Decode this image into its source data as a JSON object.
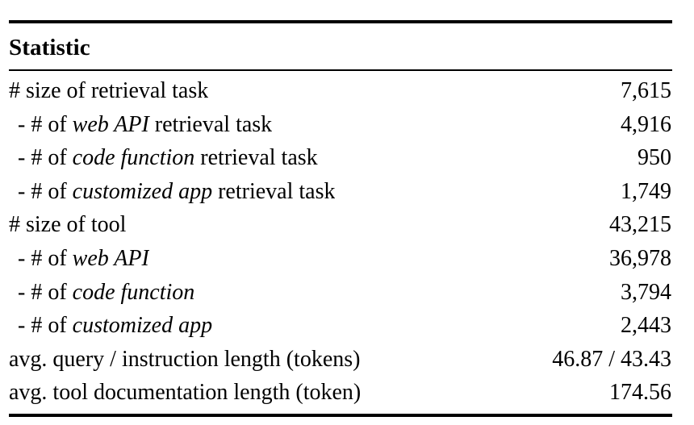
{
  "table": {
    "header": {
      "label": "Statistic"
    },
    "rows": [
      {
        "prefix": "# size of retrieval task",
        "emphasis": "",
        "suffix": "",
        "value": "7,615",
        "level": "top"
      },
      {
        "prefix": "- # of ",
        "emphasis": "web API",
        "suffix": " retrieval task",
        "value": "4,916",
        "level": "sub"
      },
      {
        "prefix": "- # of ",
        "emphasis": "code function",
        "suffix": " retrieval task",
        "value": "950",
        "level": "sub"
      },
      {
        "prefix": "- # of ",
        "emphasis": "customized app",
        "suffix": " retrieval task",
        "value": "1,749",
        "level": "sub"
      },
      {
        "prefix": "# size of tool",
        "emphasis": "",
        "suffix": "",
        "value": "43,215",
        "level": "top"
      },
      {
        "prefix": "- # of ",
        "emphasis": "web API",
        "suffix": "",
        "value": "36,978",
        "level": "sub"
      },
      {
        "prefix": "- # of ",
        "emphasis": "code function",
        "suffix": "",
        "value": "3,794",
        "level": "sub"
      },
      {
        "prefix": "- # of ",
        "emphasis": "customized app",
        "suffix": "",
        "value": "2,443",
        "level": "sub"
      },
      {
        "prefix": "avg. query / instruction length (tokens)",
        "emphasis": "",
        "suffix": "",
        "value": "46.87 / 43.43",
        "level": "top"
      },
      {
        "prefix": "avg. tool documentation length (token)",
        "emphasis": "",
        "suffix": "",
        "value": "174.56",
        "level": "top"
      }
    ]
  }
}
